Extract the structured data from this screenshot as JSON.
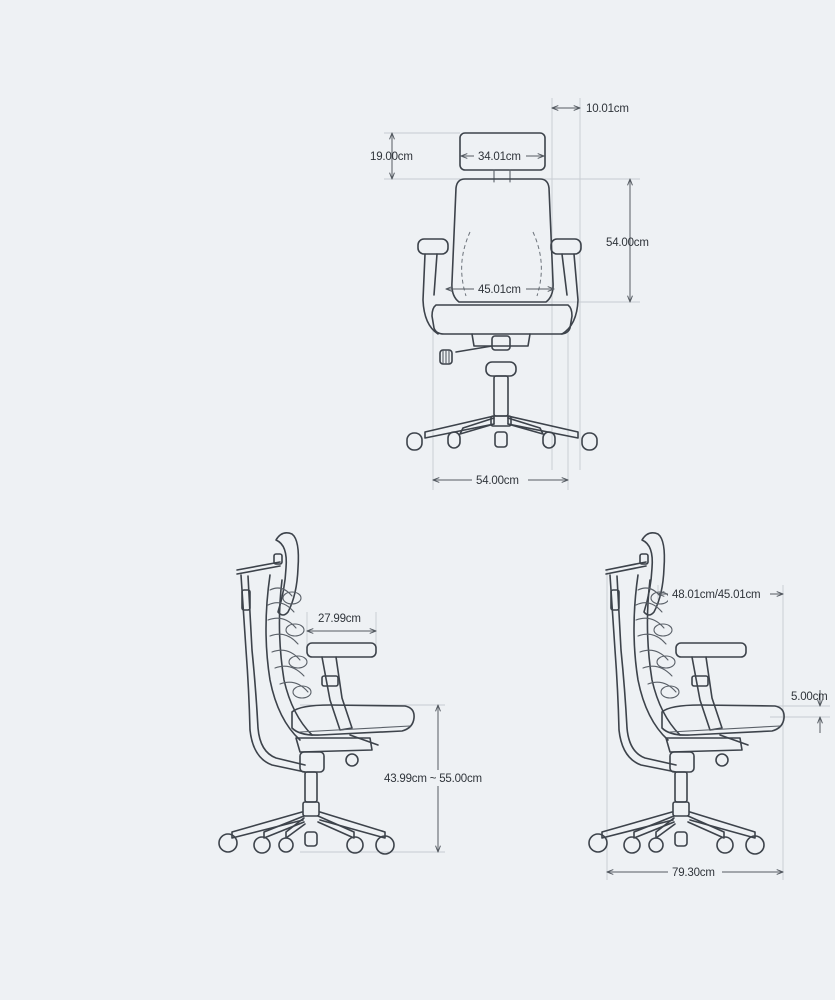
{
  "colors": {
    "background": "#eef1f4",
    "line": "#3d434b",
    "dimension": "#555b62",
    "text": "#2f343a"
  },
  "front_view": {
    "headrest_side_gap": "10.01cm",
    "headrest_height": "19.00cm",
    "headrest_width": "34.01cm",
    "backrest_height": "54.00cm",
    "seat_width": "45.01cm",
    "base_width": "54.00cm"
  },
  "left_side_view": {
    "armrest_length": "27.99cm",
    "seat_height_range": "43.99cm ~ 55.00cm"
  },
  "right_side_view": {
    "seat_depth": "48.01cm/45.01cm",
    "seat_thickness": "5.00cm",
    "overall_depth": "79.30cm"
  }
}
